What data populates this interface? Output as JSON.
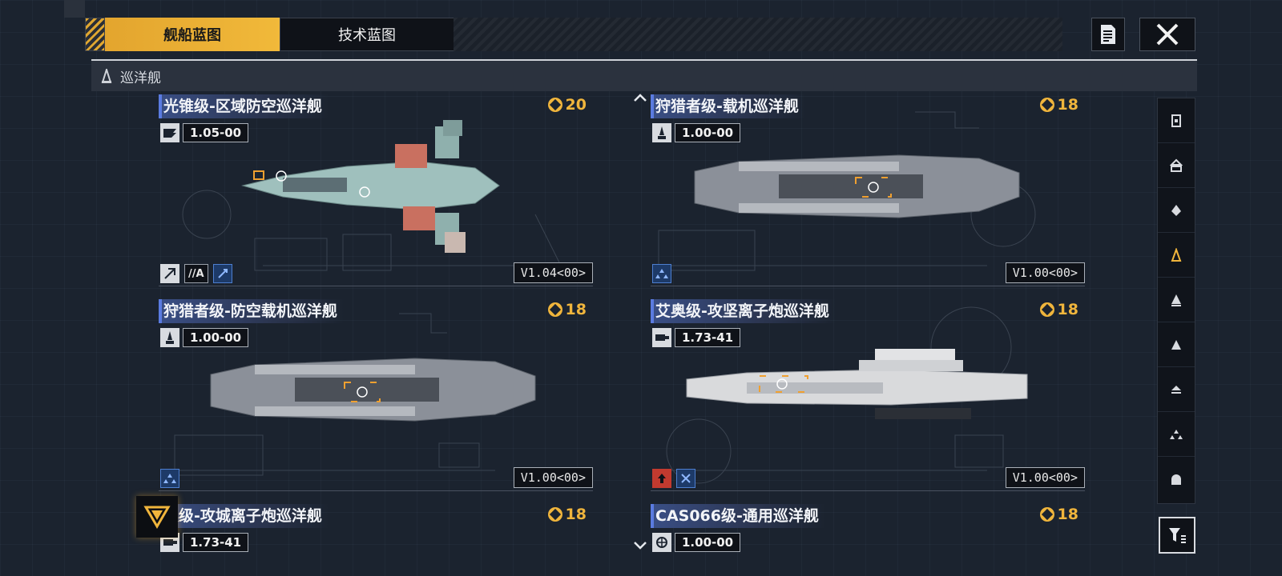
{
  "tabs": [
    {
      "label": "舰船蓝图",
      "active": true
    },
    {
      "label": "技术蓝图",
      "active": false
    }
  ],
  "header_icons": {
    "notes": "notes-icon",
    "close": "close-icon"
  },
  "section": {
    "label": "巡洋舰",
    "icon": "cruiser-icon"
  },
  "cards": [
    {
      "title": "光锥级-区域防空巡洋舰",
      "cost": "20",
      "stat_icon": "anti-air-icon",
      "stat_value": "1.05-00",
      "version": "V1.04<00>",
      "badges": [
        {
          "type": "icon",
          "name": "missile-icon"
        },
        {
          "type": "text",
          "text": "//A"
        },
        {
          "type": "icon",
          "name": "repair-icon"
        }
      ],
      "hull_color": "#9fc0bd"
    },
    {
      "title": "狩猎者级-载机巡洋舰",
      "cost": "18",
      "stat_icon": "carrier-icon",
      "stat_value": "1.00-00",
      "version": "V1.00<00>",
      "badges": [
        {
          "type": "icon",
          "name": "fleet-icon"
        }
      ],
      "hull_color": "#8b9099"
    },
    {
      "title": "狩猎者级-防空载机巡洋舰",
      "cost": "18",
      "stat_icon": "carrier-icon",
      "stat_value": "1.00-00",
      "version": "V1.00<00>",
      "badges": [
        {
          "type": "icon",
          "name": "fleet-icon"
        }
      ],
      "hull_color": "#8b9099"
    },
    {
      "title": "艾奥级-攻坚离子炮巡洋舰",
      "cost": "18",
      "stat_icon": "cannon-icon",
      "stat_value": "1.73-41",
      "version": "V1.00<00>",
      "badges": [
        {
          "type": "icon",
          "name": "upgrade-icon"
        },
        {
          "type": "icon",
          "name": "target-icon"
        }
      ],
      "hull_color": "#d9dadc"
    },
    {
      "title": "奥级-攻城离子炮巡洋舰",
      "cost": "18",
      "stat_icon": "cannon-icon",
      "stat_value": "1.73-41"
    },
    {
      "title": "CAS066级-通用巡洋舰",
      "cost": "18",
      "stat_icon": "globe-icon",
      "stat_value": "1.00-00"
    }
  ],
  "rail_icons": [
    "battleship-icon",
    "carrier-class-icon",
    "destroyer-class-icon",
    "cruiser-class-icon",
    "frigate-class-icon",
    "corvette-class-icon",
    "support-class-icon",
    "fighter-class-icon",
    "station-class-icon"
  ],
  "rail_active_index": 3,
  "filter_icon": "filter-icon",
  "colors": {
    "accent": "#f0b53c",
    "title_bar": "#3a4f86",
    "background": "#1b232f"
  }
}
